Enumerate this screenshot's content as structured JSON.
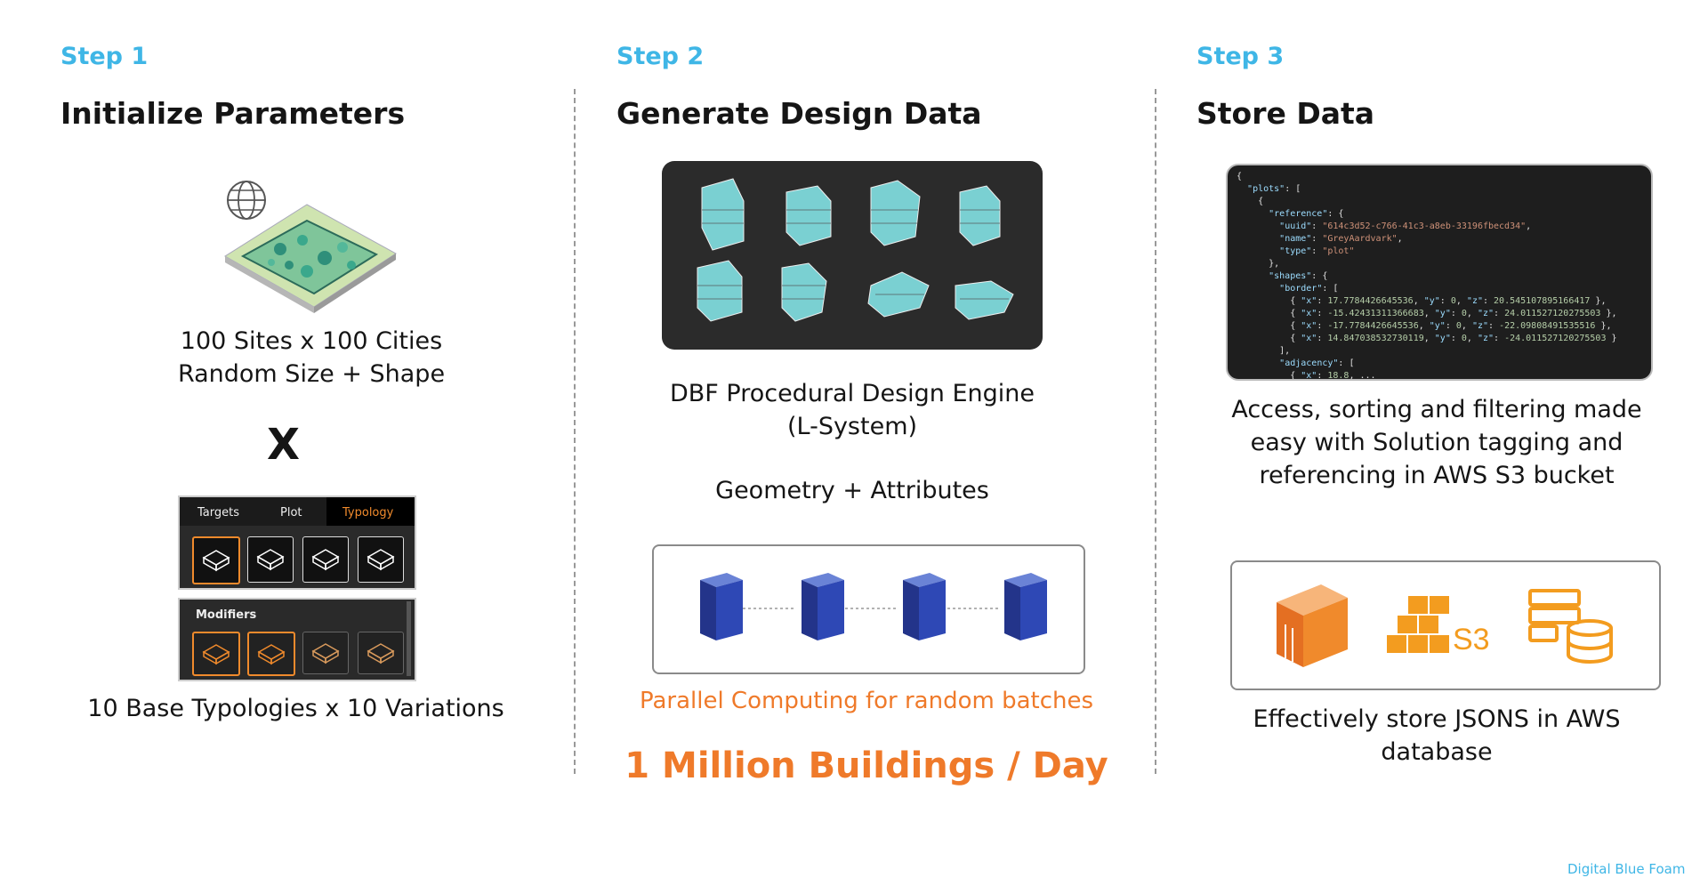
{
  "columns": [
    {
      "step": "Step 1",
      "heading": "Initialize Parameters",
      "sites_text": "100 Sites x 100 Cities\nRandom Size + Shape",
      "times": "X",
      "tabs": [
        "Targets",
        "Plot",
        "Typology"
      ],
      "modifiers_label": "Modifiers",
      "footer": "10 Base Typologies x 10 Variations"
    },
    {
      "step": "Step 2",
      "heading": "Generate Design Data",
      "engine_text": "DBF Procedural Design Engine\n(L-System)",
      "geom_text": "Geometry + Attributes",
      "parallel_text": "Parallel Computing for random batches",
      "rate_text": "1 Million Buildings / Day"
    },
    {
      "step": "Step 3",
      "heading": "Store Data",
      "access_text": "Access, sorting and filtering made\neasy with Solution tagging and\nreferencing in AWS S3 bucket",
      "store_text": "Effectively store JSONS in AWS\ndatabase",
      "s3_label": "S3"
    }
  ],
  "code": {
    "uuid": "614c3d52-c766-41c3-a8eb-33196fbecd34",
    "name": "GreyAardvark",
    "type": "plot",
    "border_points": [
      [
        "17.7784426645536",
        "0",
        "20.545107895166417"
      ],
      [
        "-15.42431311366683",
        "0",
        "24.011527120275503"
      ],
      [
        "-17.7784426645536",
        "0",
        "-22.09808491535516"
      ],
      [
        "14.847038532730119",
        "0",
        "-24.011527120275503"
      ]
    ],
    "adjacency_partial": "18.8"
  },
  "brand": "Digital Blue Foam",
  "colors": {
    "accent_blue": "#3fb6e6",
    "accent_orange": "#ef7a2a",
    "aws_orange": "#f39c1f"
  }
}
